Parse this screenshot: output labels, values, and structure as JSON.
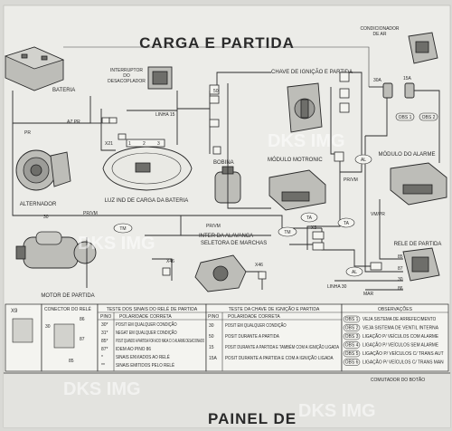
{
  "title": "CARGA E PARTIDA",
  "components": {
    "bateria": "BATERIA",
    "interruptor_l1": "INTERRUPTOR",
    "interruptor_l2": "DO",
    "interruptor_l3": "DESACOPLADOR",
    "chave_ignicao": "CHAVE DE IGNIÇÃO E PARTIDA",
    "condicionador_l1": "CONDICIONADOR",
    "condicionador_l2": "DE AR",
    "alternador": "ALTERNADOR",
    "luz_carga": "LUZ IND DE CARGA DA BATERIA",
    "bobina": "BOBINA",
    "modulo_motronic": "MÓDULO MOTRONIC",
    "modulo_alarme": "MÓDULO DO ALARME",
    "inter_alavanca_l1": "INTER DA ALAVANCA",
    "inter_alavanca_l2": "SELETORA DE MARCHAS",
    "rele_partida": "RELE DE PARTIDA",
    "motor_partida": "MOTOR DE PARTIDA",
    "painel": "PAINEL DE",
    "comutador": "COMUTADOR DO BOTÃO"
  },
  "wire_labels": {
    "pr": "PR",
    "az_pr": "AZ PR",
    "b30": "30",
    "pr_vm": "PR/VM",
    "tm": "TM",
    "ta": "TA",
    "al": "AL",
    "pr_vm2": "PR/VM",
    "vm_pr": "VM/PR",
    "linha15": "LINHA 15",
    "x21": "X21",
    "x46": "X46",
    "x9": "X9",
    "x3": "X3",
    "f30a": "30A",
    "f15": "15A",
    "obs1": "OBS 1",
    "obs2": "OBS 2",
    "mar": "MAR",
    "linha30": "LINHA 30"
  },
  "connectors": {
    "t1": "1",
    "t2": "2",
    "t3": "3",
    "t30": "30",
    "t50": "50",
    "t85": "85",
    "t86": "86",
    "t87": "87"
  },
  "rele_test": {
    "header": "TESTE DOS SINAIS DO RELÉ DE PARTIDA",
    "col_pino": "PINO",
    "col_pol": "POLARIDADE CORRETA",
    "rows": [
      {
        "pino": "30*",
        "text": "POSIT EM QUALQUER CONDIÇÃO"
      },
      {
        "pino": "31*",
        "text": "NEGAT EM QUALQUER CONDIÇÃO"
      },
      {
        "pino": "85*",
        "text": "POSIT QUANDO A PARTIDA FOR ACIO NADA C/ O ALARME DESACIONADO"
      },
      {
        "pino": "87*",
        "text": "IDEM AO PINO 86"
      },
      {
        "pino": "*",
        "text": "SINAIS ENVIADOS AO RELÉ"
      },
      {
        "pino": "**",
        "text": "SINAIS EMITIDOS PELO RELÉ"
      }
    ]
  },
  "chave_test": {
    "header": "TESTE DA CHAVE DE IGNIÇÃO E PARTIDA",
    "col_pino": "PINO",
    "col_pol": "POLARIDADE CORRETA",
    "rows": [
      {
        "pino": "30",
        "text": "POSIT EM QUALQUER CONDIÇÃO"
      },
      {
        "pino": "50",
        "text": "POSIT DURANTE A PARTIDA"
      },
      {
        "pino": "15",
        "text": "POSIT DURANTE A PARTIDA E TAMBÉM COM A IGNIÇÃO LIGADA"
      },
      {
        "pino": "15A",
        "text": "POSIT DURANTE A PARTIDA E COM A IGNIÇÃO LIGADA"
      }
    ]
  },
  "observacoes": {
    "header": "OBSERVAÇÕES",
    "rows": [
      {
        "tag": "OBS 1",
        "text": "VEJA SISTEMA DE ARREFECIMENTO"
      },
      {
        "tag": "OBS 2",
        "text": "VEJA SISTEMA DE VENTIL INTERNA"
      },
      {
        "tag": "OBS 3",
        "text": "LIGAÇÃO P/ VEÍCULOS COM ALARME"
      },
      {
        "tag": "OBS 4",
        "text": "LIGAÇÃO P/ VEÍCULOS SEM ALARME"
      },
      {
        "tag": "OBS 5",
        "text": "LIGAÇÃO P/ VEÍCULOS C/ TRANS AUT"
      },
      {
        "tag": "OBS 6",
        "text": "LIGAÇÃO P/ VEÍCULOS C/ TRANS MAN"
      }
    ]
  },
  "conector_rele": {
    "header": "CONECTOR DO RELÉ",
    "pins": [
      "X9",
      "86",
      "87",
      "30",
      "85"
    ]
  },
  "watermarks": [
    "DKS IMG",
    "DKS IMG",
    "DKS IMG",
    "DKS IMG"
  ]
}
